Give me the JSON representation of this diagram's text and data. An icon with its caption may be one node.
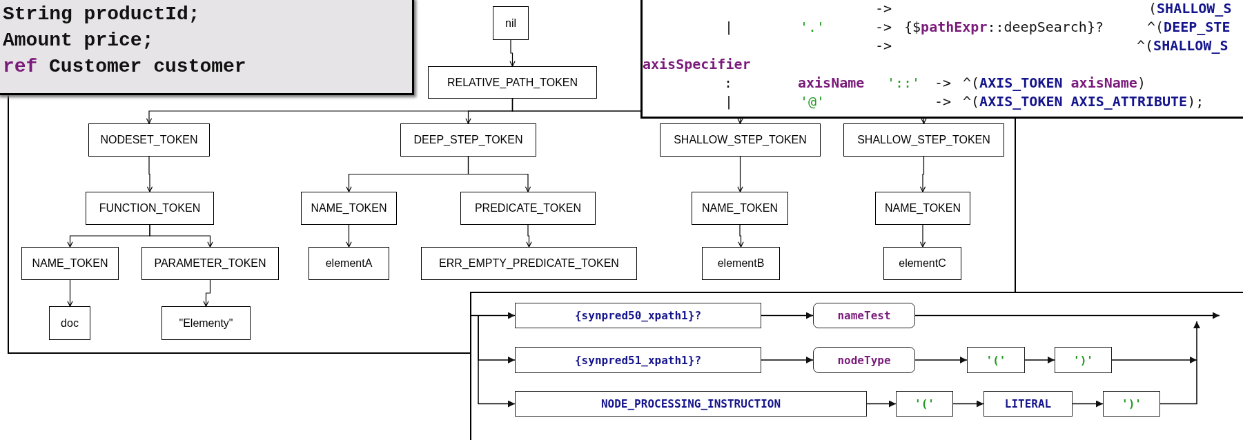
{
  "diagram": {
    "nodes": [
      {
        "text": [
          "nil"
        ]
      },
      {
        "text": [
          "RELATIVE_PATH_TOKEN"
        ]
      },
      {
        "text": [
          "NODESET_TOKEN"
        ]
      },
      {
        "text": [
          "DEEP_STEP_TOKEN"
        ]
      },
      {
        "text": [
          "SHALLOW_STEP_TOKEN"
        ]
      },
      {
        "text": [
          "SHALLOW_STEP_TOKEN"
        ]
      },
      {
        "text": [
          "FUNCTION_TOKEN"
        ]
      },
      {
        "text": [
          "NAME_TOKEN"
        ]
      },
      {
        "text": [
          "PREDICATE_TOKEN"
        ]
      },
      {
        "text": [
          "NAME_TOKEN"
        ]
      },
      {
        "text": [
          "NAME_TOKEN"
        ]
      },
      {
        "text": [
          "NAME_TOKEN"
        ]
      },
      {
        "text": [
          "PARAMETER_TOKEN"
        ]
      },
      {
        "text": [
          "elementA"
        ]
      },
      {
        "text": [
          "ERR_EMPTY_PREDICATE_TOKEN"
        ]
      },
      {
        "text": [
          "elementB"
        ]
      },
      {
        "text": [
          "elementC"
        ]
      },
      {
        "text": [
          "doc"
        ]
      },
      {
        "text": [
          "\"Elementy\""
        ]
      },
      {
        "text": [
          "{synpred50_xpath1}?"
        ]
      },
      {
        "text": [
          "nameTest"
        ]
      },
      {
        "text": [
          "{synpred51_xpath1}?"
        ]
      },
      {
        "text": [
          "nodeType"
        ]
      },
      {
        "text": [
          "'('"
        ]
      },
      {
        "text": [
          "')'"
        ]
      },
      {
        "text": [
          "NODE_PROCESSING_INSTRUCTION"
        ]
      },
      {
        "text": [
          "'('"
        ]
      },
      {
        "text": [
          "LITERAL"
        ]
      },
      {
        "text": [
          "')'"
        ]
      }
    ],
    "edges": [
      {
        "from": 0,
        "to": 1,
        "arrow": "to"
      },
      {
        "from": 1,
        "to": 2,
        "arrow": "to"
      },
      {
        "from": 1,
        "to": 3,
        "arrow": "to"
      },
      {
        "from": 1,
        "to": 4,
        "arrow": "to"
      },
      {
        "from": 1,
        "to": 5,
        "arrow": "to"
      },
      {
        "from": 2,
        "to": 6,
        "arrow": "to"
      },
      {
        "from": 3,
        "to": 7,
        "arrow": "to"
      },
      {
        "from": 3,
        "to": 8,
        "arrow": "to"
      },
      {
        "from": 4,
        "to": 9,
        "arrow": "to"
      },
      {
        "from": 5,
        "to": 10,
        "arrow": "to"
      },
      {
        "from": 6,
        "to": 11,
        "arrow": "to"
      },
      {
        "from": 6,
        "to": 12,
        "arrow": "to"
      },
      {
        "from": 7,
        "to": 13,
        "arrow": "to"
      },
      {
        "from": 8,
        "to": 14,
        "arrow": "to"
      },
      {
        "from": 9,
        "to": 15,
        "arrow": "to"
      },
      {
        "from": 10,
        "to": 16,
        "arrow": "to"
      },
      {
        "from": 11,
        "to": 17,
        "arrow": "to"
      },
      {
        "from": 12,
        "to": 18,
        "arrow": "to"
      },
      {
        "from": null,
        "to": 19,
        "arrow": "to"
      },
      {
        "from": null,
        "to": 21,
        "arrow": "to"
      },
      {
        "from": null,
        "to": 25,
        "arrow": "to"
      },
      {
        "from": 19,
        "to": 20,
        "arrow": "to"
      },
      {
        "from": 20,
        "to": null,
        "arrow": "to"
      },
      {
        "from": 21,
        "to": 22,
        "arrow": "to"
      },
      {
        "from": 22,
        "to": 23,
        "arrow": "to"
      },
      {
        "from": 23,
        "to": 24,
        "arrow": "to"
      },
      {
        "from": 24,
        "to": null,
        "arrow": "to"
      },
      {
        "from": 25,
        "to": 26,
        "arrow": "to"
      },
      {
        "from": 26,
        "to": 27,
        "arrow": "to"
      },
      {
        "from": 27,
        "to": 28,
        "arrow": "to"
      },
      {
        "from": 28,
        "to": null,
        "arrow": "to"
      }
    ],
    "labels": [
      "String productId;",
      "Amount price;",
      "ref",
      "Customer customer",
      "->",
      "(**SHALLOW_S**",
      "|",
      "'.'",
      "->",
      "{$*pathExpr*::deepSearch}?",
      "^(**DEEP_STE**",
      "->",
      "^(**SHALLOW_S**",
      "axisSpecifier",
      ":",
      "axisName",
      "'::'",
      "->",
      "^(**AXIS_TOKEN** *axisName*)",
      "|",
      "'@'",
      "->",
      "^(**AXIS_TOKEN** **AXIS_ATTRIBUTE**);"
    ]
  }
}
